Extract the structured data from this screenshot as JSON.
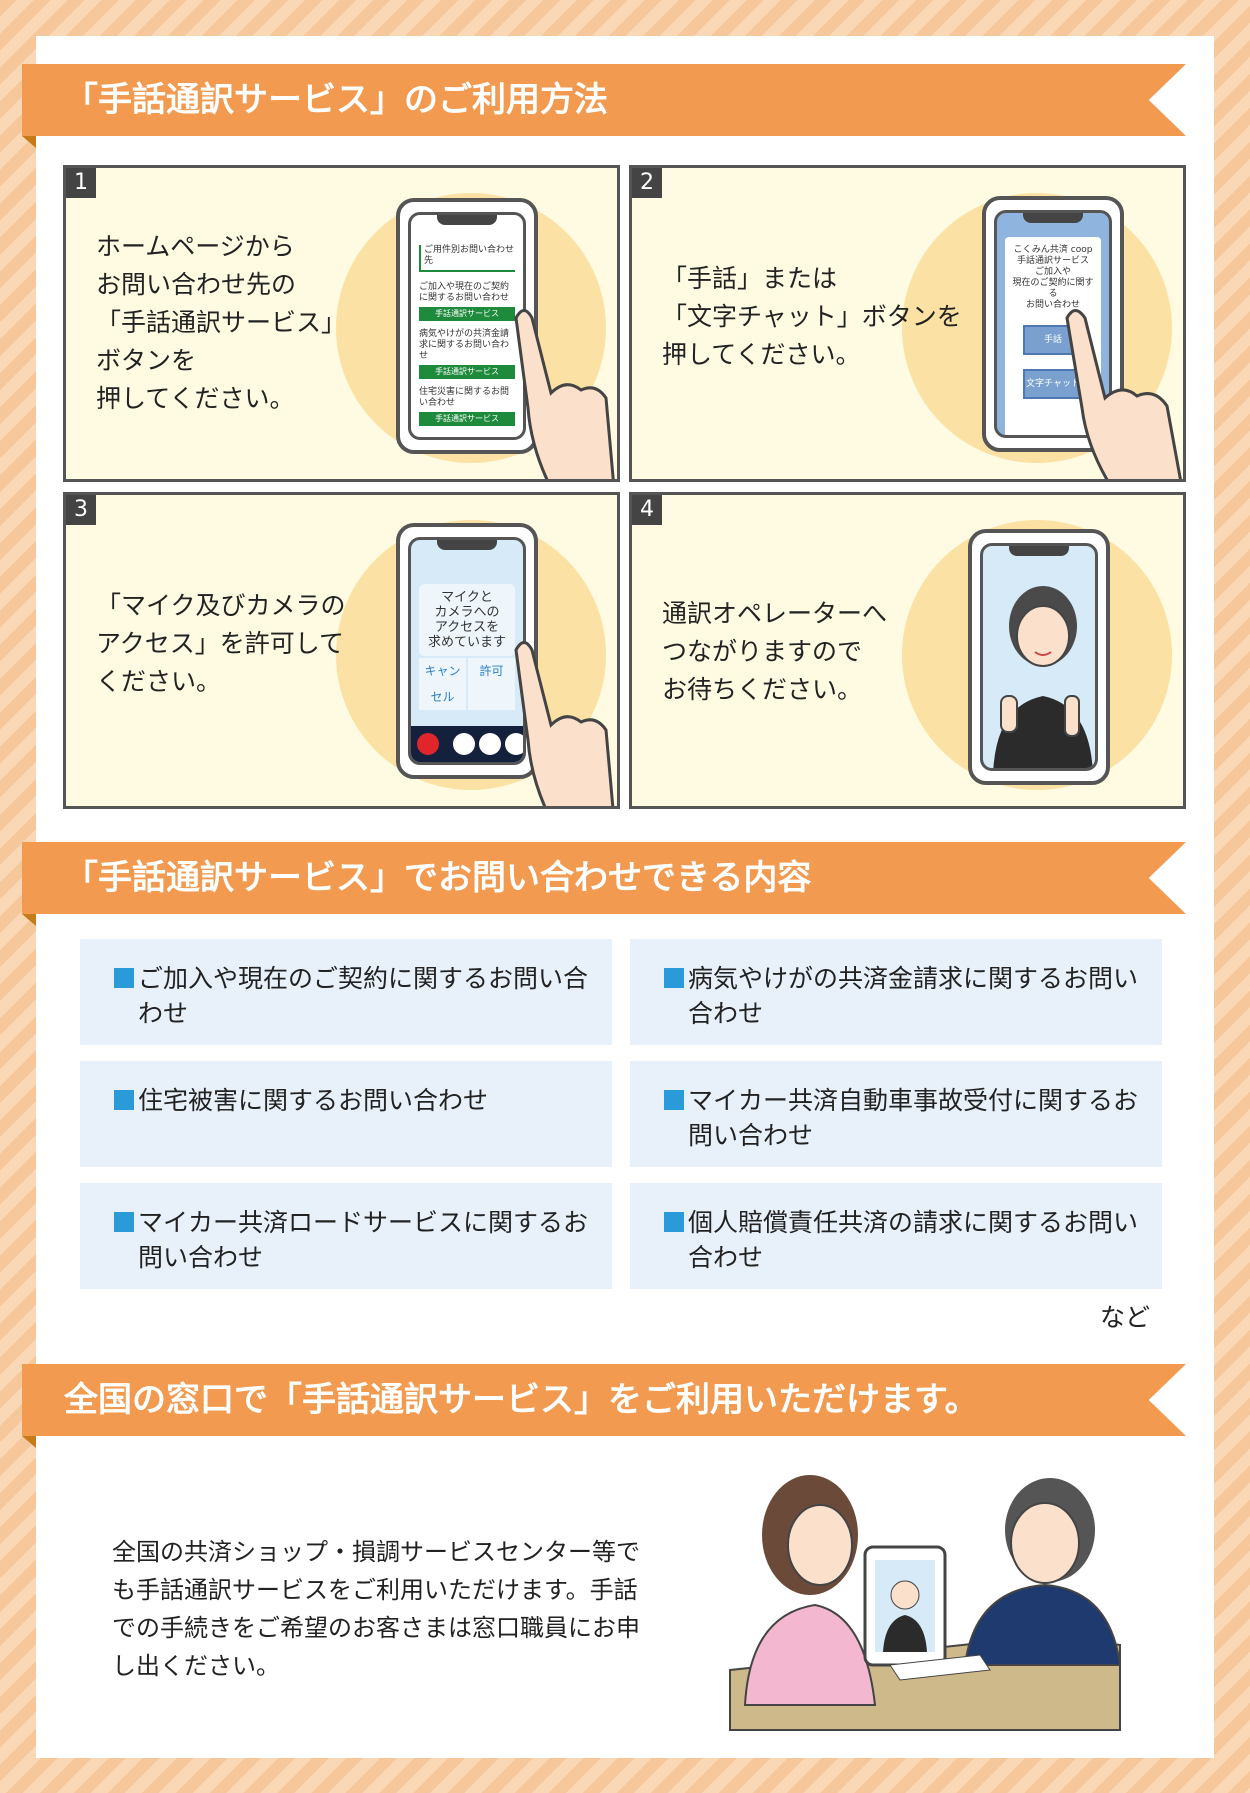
{
  "section1": {
    "title": "「手話通訳サービス」のご利用方法",
    "steps": [
      {
        "num": "1",
        "text": "ホームページから\nお問い合わせ先の\n「手話通訳サービス」\nボタンを\n押してください。",
        "phone": {
          "heading": "ご用件別お問い合わせ先",
          "items": [
            "ご加入や現在のご契約に関するお問い合わせ",
            "病気やけがの共済金請求に関するお問い合わせ",
            "住宅災害に関するお問い合わせ"
          ],
          "button": "手話通訳サービス"
        }
      },
      {
        "num": "2",
        "text": "「手話」または\n「文字チャット」ボタンを\n押してください。",
        "phone": {
          "lines": [
            "こくみん共済 coop",
            "手話通訳サービス",
            "ご加入や",
            "現在のご契約に関する",
            "お問い合わせ"
          ],
          "btn1": "手話",
          "btn2": "文字チャット"
        }
      },
      {
        "num": "3",
        "text": "「マイク及びカメラの\nアクセス」を許可して\nください。",
        "phone": {
          "message": "マイクと\nカメラへの\nアクセスを\n求めています",
          "cancel": "キャンセル",
          "allow": "許可"
        }
      },
      {
        "num": "4",
        "text": "通訳オペレーターへ\nつながりますので\nお待ちください。"
      }
    ]
  },
  "section2": {
    "title": "「手話通訳サービス」でお問い合わせできる内容",
    "items": [
      "ご加入や現在のご契約に関するお問い合わせ",
      "病気やけがの共済金請求に関するお問い合わせ",
      "住宅被害に関するお問い合わせ",
      "マイカー共済自動車事故受付に関するお問い合わせ",
      "マイカー共済ロードサービスに関するお問い合わせ",
      "個人賠償責任共済の請求に関するお問い合わせ"
    ],
    "etc": "など"
  },
  "section3": {
    "title": "全国の窓口で「手話通訳サービス」をご利用いただけます。",
    "body": "全国の共済ショップ・損調サービスセンター等でも手話通訳サービスをご利用いただけます。手話での手続きをご希望のお客さまは窓口職員にお申し出ください。"
  },
  "colors": {
    "banner": "#f19a50",
    "panel": "#fefbe2",
    "item_bg": "#e8f1fa",
    "bullet": "#2a9ad8",
    "green": "#1e8a3c"
  }
}
